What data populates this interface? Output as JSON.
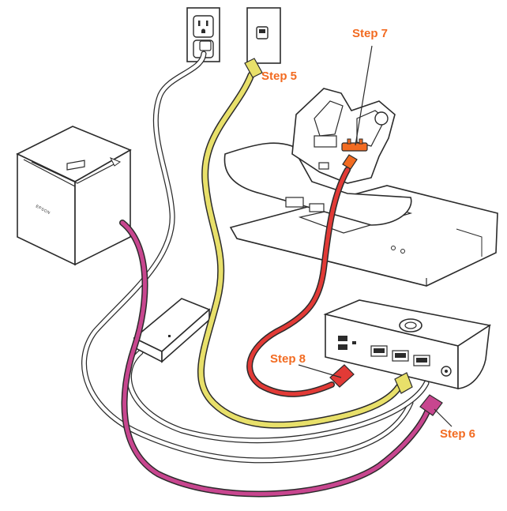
{
  "labels": {
    "step5": "Step 5",
    "step6": "Step 6",
    "step7": "Step 7",
    "step8": "Step 8"
  },
  "printer_brand": "EPSON",
  "colors": {
    "accent": "#F26B21",
    "usb_cable": "#E8E06A",
    "ethernet_cable": "#C8468F",
    "power_cable": "#E23A36",
    "outline": "#2b2b2b"
  },
  "icons": {
    "outlet": "power-outlet-icon",
    "ethernet_jack": "ethernet-wall-jack-icon",
    "printer": "receipt-printer-icon",
    "adapter": "power-adapter-icon",
    "hub": "connection-hub-icon",
    "stand": "display-stand-icon"
  }
}
